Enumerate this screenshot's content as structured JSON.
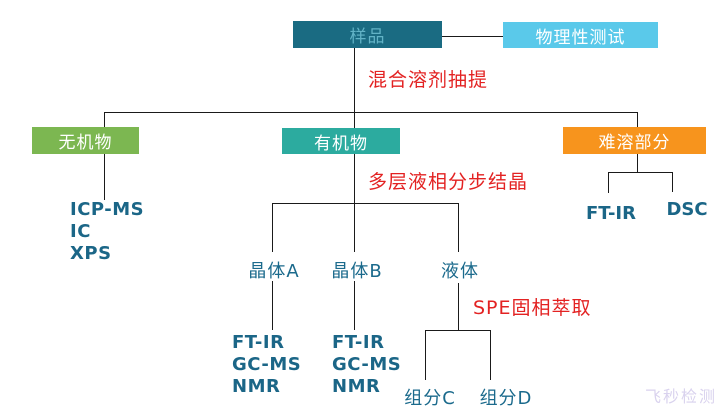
{
  "diagram": {
    "nodes": {
      "sample": "样品",
      "physical_test": "物理性测试",
      "inorganic": "无机物",
      "organic": "有机物",
      "insoluble": "难溶部分",
      "crystal_a": "晶体A",
      "crystal_b": "晶体B",
      "liquid": "液体",
      "fraction_c": "组分C",
      "fraction_d": "组分D"
    },
    "annotations": {
      "solvent_extraction": "混合溶剂抽提",
      "fractional_crystallization": "多层液相分步结晶",
      "spe_extraction": "SPE固相萃取"
    },
    "methods": {
      "inorganic": [
        "ICP-MS",
        "IC",
        "XPS"
      ],
      "crystal_a": [
        "FT-IR",
        "GC-MS",
        "NMR"
      ],
      "crystal_b": [
        "FT-IR",
        "GC-MS",
        "NMR"
      ],
      "insoluble_ftir": "FT-IR",
      "insoluble_dsc": "DSC"
    },
    "watermark": "飞秒检测",
    "colors": {
      "sample_bg": "#1a6b82",
      "sample_text": "#62b3c6",
      "physical_test_bg": "#5ac9ea",
      "inorganic_bg": "#7cb751",
      "organic_bg": "#2cab9f",
      "insoluble_bg": "#f7941d",
      "annotation_red": "#e32222",
      "label_teal": "#1b6a8c",
      "line_black": "#1a1a1a",
      "watermark_lavender": "#d9d2ee"
    }
  }
}
